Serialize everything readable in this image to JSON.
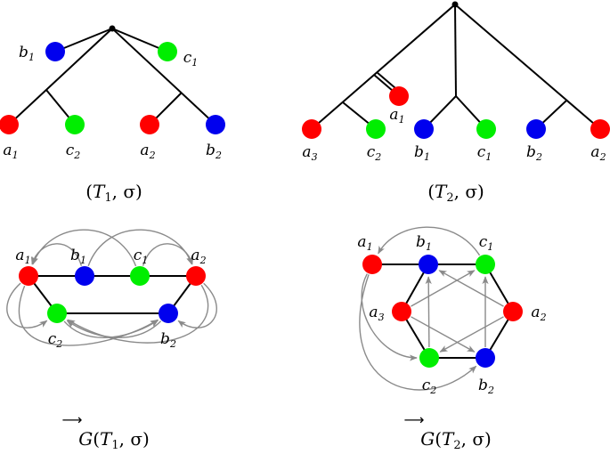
{
  "colors": {
    "red": "#ff0000",
    "green": "#00ee00",
    "blue": "#0000ee",
    "edge": "#000000",
    "arc": "#8a8a8a"
  },
  "captions": {
    "t1": {
      "open": "(",
      "T": "T",
      "sub": "1",
      "rest": ", σ)"
    },
    "t2": {
      "open": "(",
      "T": "T",
      "sub": "2",
      "rest": ", σ)"
    },
    "g1": {
      "G": "G",
      "open": "(",
      "T": "T",
      "sub": "1",
      "rest": ", σ)"
    },
    "g2": {
      "G": "G",
      "open": "(",
      "T": "T",
      "sub": "2",
      "rest": ", σ)"
    }
  },
  "tree1": {
    "leaves": [
      {
        "id": "b1",
        "letter": "b",
        "index": "1",
        "color": "blue"
      },
      {
        "id": "c1",
        "letter": "c",
        "index": "1",
        "color": "green"
      },
      {
        "id": "a1",
        "letter": "a",
        "index": "1",
        "color": "red"
      },
      {
        "id": "c2",
        "letter": "c",
        "index": "2",
        "color": "green"
      },
      {
        "id": "a2",
        "letter": "a",
        "index": "2",
        "color": "red"
      },
      {
        "id": "b2",
        "letter": "b",
        "index": "2",
        "color": "blue"
      }
    ]
  },
  "tree2": {
    "leaves": [
      {
        "id": "a1",
        "letter": "a",
        "index": "1",
        "color": "red"
      },
      {
        "id": "a3",
        "letter": "a",
        "index": "3",
        "color": "red"
      },
      {
        "id": "c2",
        "letter": "c",
        "index": "2",
        "color": "green"
      },
      {
        "id": "b1",
        "letter": "b",
        "index": "1",
        "color": "blue"
      },
      {
        "id": "c1",
        "letter": "c",
        "index": "1",
        "color": "green"
      },
      {
        "id": "b2",
        "letter": "b",
        "index": "2",
        "color": "blue"
      },
      {
        "id": "a2",
        "letter": "a",
        "index": "2",
        "color": "red"
      }
    ]
  },
  "graph1": {
    "nodes": [
      {
        "id": "a1",
        "letter": "a",
        "index": "1",
        "color": "red"
      },
      {
        "id": "b1",
        "letter": "b",
        "index": "1",
        "color": "blue"
      },
      {
        "id": "c1",
        "letter": "c",
        "index": "1",
        "color": "green"
      },
      {
        "id": "a2",
        "letter": "a",
        "index": "2",
        "color": "red"
      },
      {
        "id": "c2",
        "letter": "c",
        "index": "2",
        "color": "green"
      },
      {
        "id": "b2",
        "letter": "b",
        "index": "2",
        "color": "blue"
      }
    ],
    "edges": [
      [
        "a1",
        "b1"
      ],
      [
        "b1",
        "c1"
      ],
      [
        "c1",
        "a2"
      ],
      [
        "a1",
        "c2"
      ],
      [
        "c2",
        "b2"
      ],
      [
        "b2",
        "a2"
      ]
    ],
    "arcs": [
      [
        "b1",
        "a1"
      ],
      [
        "c1",
        "a1"
      ],
      [
        "b1",
        "a2"
      ],
      [
        "c1",
        "a2"
      ],
      [
        "a1",
        "c2"
      ],
      [
        "a2",
        "c2"
      ],
      [
        "a1",
        "b2"
      ],
      [
        "a2",
        "b2"
      ],
      [
        "c2",
        "b2"
      ],
      [
        "b2",
        "c2"
      ]
    ]
  },
  "graph2": {
    "nodes": [
      {
        "id": "a1",
        "letter": "a",
        "index": "1",
        "color": "red"
      },
      {
        "id": "b1",
        "letter": "b",
        "index": "1",
        "color": "blue"
      },
      {
        "id": "c1",
        "letter": "c",
        "index": "1",
        "color": "green"
      },
      {
        "id": "a3",
        "letter": "a",
        "index": "3",
        "color": "red"
      },
      {
        "id": "a2",
        "letter": "a",
        "index": "2",
        "color": "red"
      },
      {
        "id": "c2",
        "letter": "c",
        "index": "2",
        "color": "green"
      },
      {
        "id": "b2",
        "letter": "b",
        "index": "2",
        "color": "blue"
      }
    ],
    "edges": [
      [
        "a1",
        "b1"
      ],
      [
        "b1",
        "c1"
      ],
      [
        "b1",
        "a3"
      ],
      [
        "c1",
        "a2"
      ],
      [
        "a3",
        "c2"
      ],
      [
        "a2",
        "b2"
      ],
      [
        "c2",
        "b2"
      ]
    ],
    "arcs": [
      [
        "c1",
        "a1"
      ],
      [
        "a1",
        "c2"
      ],
      [
        "a1",
        "b2"
      ],
      [
        "a3",
        "c1"
      ],
      [
        "a3",
        "b2"
      ],
      [
        "a2",
        "b1"
      ],
      [
        "a2",
        "c2"
      ],
      [
        "c2",
        "b1"
      ],
      [
        "b2",
        "c1"
      ]
    ]
  }
}
